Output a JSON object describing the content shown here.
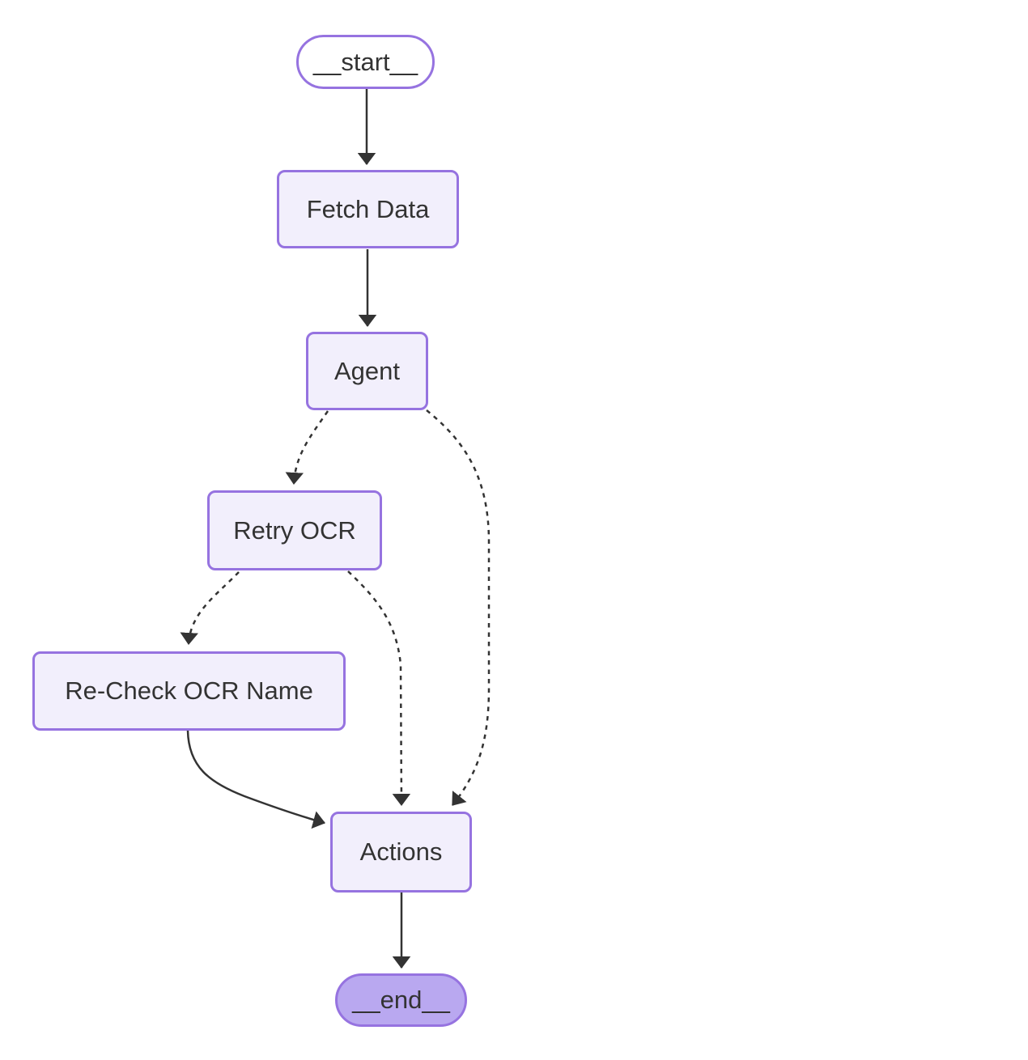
{
  "diagram": {
    "type": "flowchart",
    "direction": "top-down",
    "nodes": [
      {
        "id": "__start__",
        "label": "__start__",
        "shape": "stadium",
        "role": "start"
      },
      {
        "id": "fetch_data",
        "label": "Fetch Data",
        "shape": "rounded-rect",
        "role": "process"
      },
      {
        "id": "agent",
        "label": "Agent",
        "shape": "rounded-rect",
        "role": "process"
      },
      {
        "id": "retry_ocr",
        "label": "Retry OCR",
        "shape": "rounded-rect",
        "role": "process"
      },
      {
        "id": "recheck_ocr_name",
        "label": "Re-Check OCR Name",
        "shape": "rounded-rect",
        "role": "process"
      },
      {
        "id": "actions",
        "label": "Actions",
        "shape": "rounded-rect",
        "role": "process"
      },
      {
        "id": "__end__",
        "label": "__end__",
        "shape": "stadium",
        "role": "end"
      }
    ],
    "edges": [
      {
        "from": "__start__",
        "to": "fetch_data",
        "style": "solid"
      },
      {
        "from": "fetch_data",
        "to": "agent",
        "style": "solid"
      },
      {
        "from": "agent",
        "to": "retry_ocr",
        "style": "dotted"
      },
      {
        "from": "agent",
        "to": "actions",
        "style": "dotted"
      },
      {
        "from": "retry_ocr",
        "to": "recheck_ocr_name",
        "style": "dotted"
      },
      {
        "from": "retry_ocr",
        "to": "actions",
        "style": "dotted"
      },
      {
        "from": "recheck_ocr_name",
        "to": "actions",
        "style": "solid"
      },
      {
        "from": "actions",
        "to": "__end__",
        "style": "solid"
      }
    ],
    "colors": {
      "background": "#ffffff",
      "node_fill": "#f2effc",
      "node_border": "#9673e0",
      "start_fill": "#ffffff",
      "end_fill": "#b9a8f0",
      "edge": "#333333",
      "text": "#333333"
    }
  }
}
